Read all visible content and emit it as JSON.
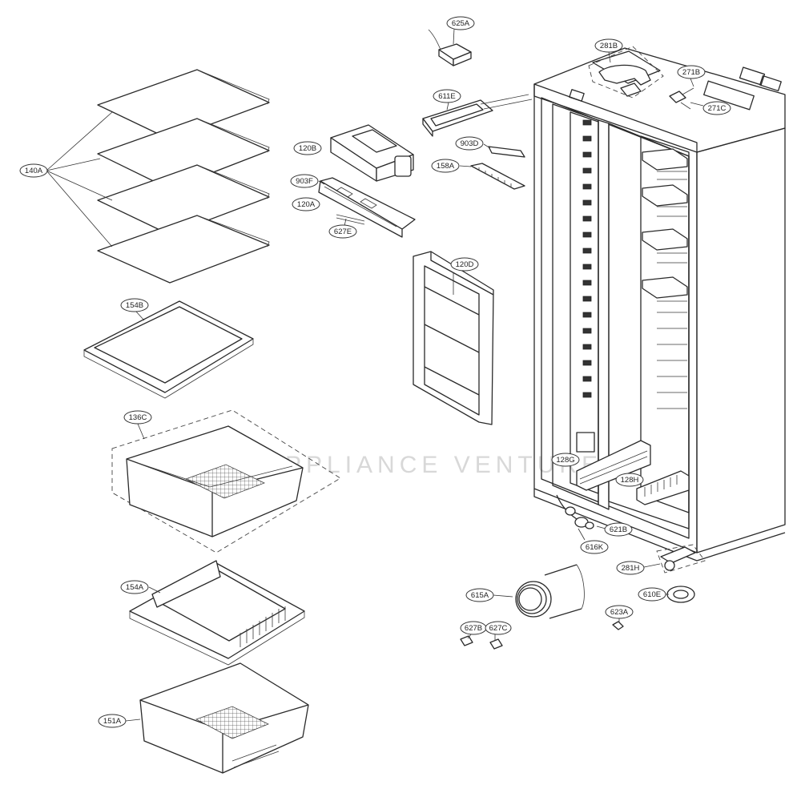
{
  "callouts": {
    "c625A": "625A",
    "c281B": "281B",
    "c271B": "271B",
    "c271C": "271C",
    "c611E": "611E",
    "c903D": "903D",
    "c158A": "158A",
    "c120B": "120B",
    "c903F": "903F",
    "c120A": "120A",
    "c627E": "627E",
    "c120D": "120D",
    "c140A": "140A",
    "c154B": "154B",
    "c136C": "136C",
    "c154A": "154A",
    "c151A": "151A",
    "c128G": "128G",
    "c128H": "128H",
    "c621B": "621B",
    "c616K": "616K",
    "c281H": "281H",
    "c615A": "615A",
    "c610E": "610E",
    "c623A": "623A",
    "c627B": "627B",
    "c627C": "627C"
  },
  "watermark": "APPLIANCE VENTURES"
}
